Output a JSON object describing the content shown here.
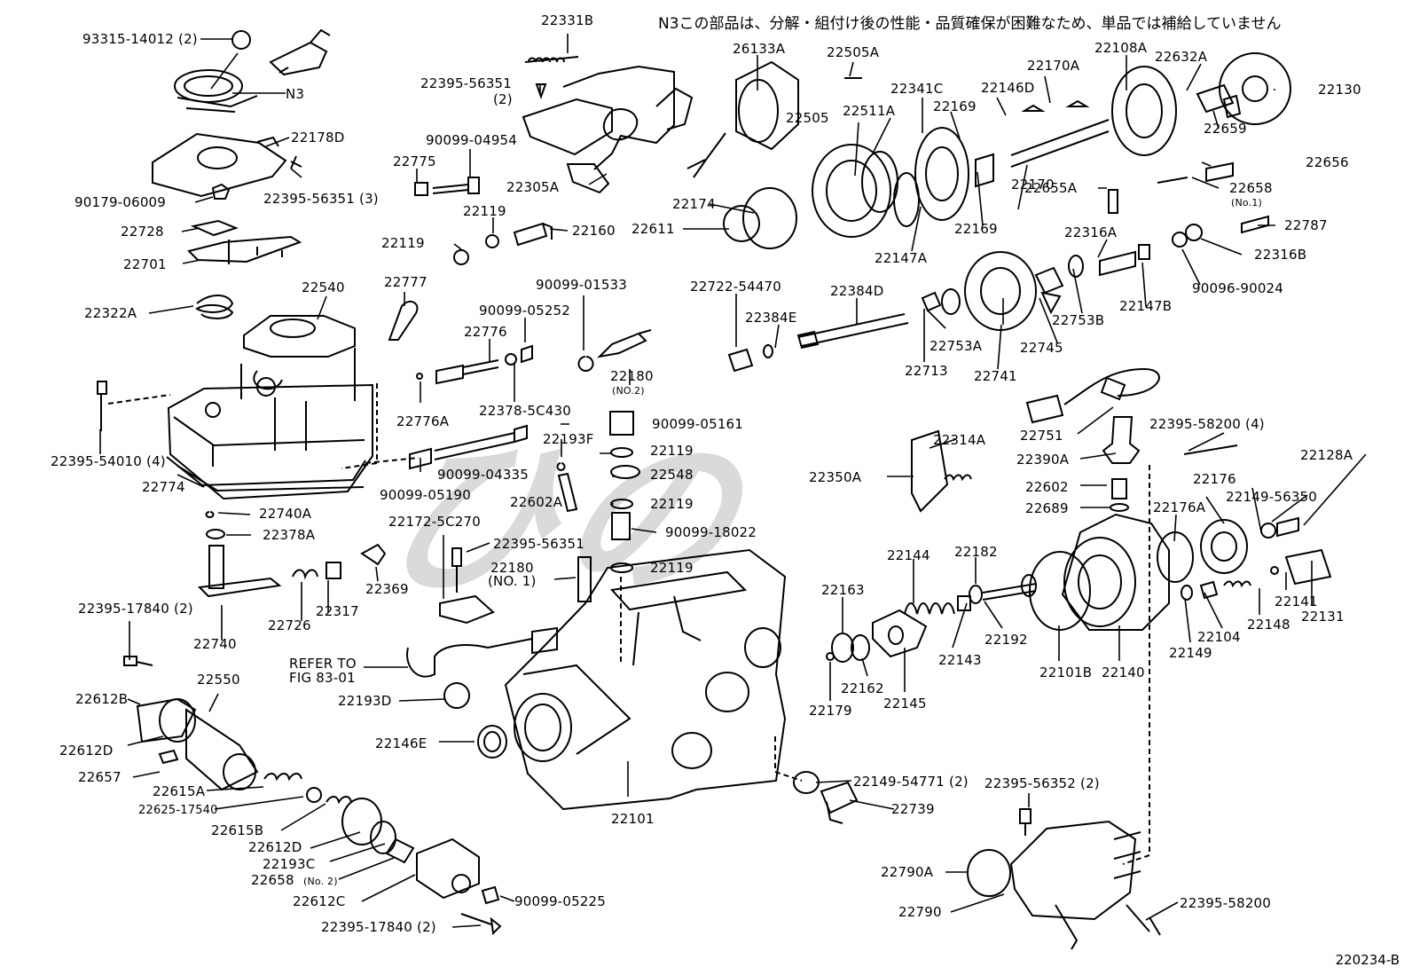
{
  "note": "N3この部品は、分解・組付け後の性能・品質確保が困難なため、単品では補給していません",
  "figure_id": "220234-B",
  "watermark": "ひの",
  "labels": [
    {
      "id": "l01",
      "text": "93315-14012 (2)"
    },
    {
      "id": "l02",
      "text": "N3"
    },
    {
      "id": "l03",
      "text": "22178D"
    },
    {
      "id": "l04",
      "text": "22395-56351 (3)"
    },
    {
      "id": "l05",
      "text": "90179-06009"
    },
    {
      "id": "l06",
      "text": "22728"
    },
    {
      "id": "l07",
      "text": "22701"
    },
    {
      "id": "l08",
      "text": "22540"
    },
    {
      "id": "l09",
      "text": "22322A"
    },
    {
      "id": "l10",
      "text": "22395-54010 (4)"
    },
    {
      "id": "l11",
      "text": "22774"
    },
    {
      "id": "l12",
      "text": "22331B"
    },
    {
      "id": "l13",
      "text": "22395-56351"
    },
    {
      "id": "l14",
      "text": "(2)"
    },
    {
      "id": "l15",
      "text": "90099-04954"
    },
    {
      "id": "l16",
      "text": "22775"
    },
    {
      "id": "l17",
      "text": "22305A"
    },
    {
      "id": "l18",
      "text": "22119"
    },
    {
      "id": "l19",
      "text": "22119"
    },
    {
      "id": "l20",
      "text": "22160"
    },
    {
      "id": "l21",
      "text": "26133A"
    },
    {
      "id": "l22",
      "text": "22777"
    },
    {
      "id": "l23",
      "text": "90099-01533"
    },
    {
      "id": "l24",
      "text": "90099-05252"
    },
    {
      "id": "l25",
      "text": "22776"
    },
    {
      "id": "l26",
      "text": "22180"
    },
    {
      "id": "l27",
      "text": "(NO.2)"
    },
    {
      "id": "l28",
      "text": "22776A"
    },
    {
      "id": "l29",
      "text": "22378-5C430"
    },
    {
      "id": "l30",
      "text": "90099-05161"
    },
    {
      "id": "l31",
      "text": "22193F"
    },
    {
      "id": "l32",
      "text": "22119"
    },
    {
      "id": "l33",
      "text": "90099-04335"
    },
    {
      "id": "l34",
      "text": "22548"
    },
    {
      "id": "l35",
      "text": "90099-05190"
    },
    {
      "id": "l36",
      "text": "22602A"
    },
    {
      "id": "l37",
      "text": "22119"
    },
    {
      "id": "l38",
      "text": "22740A"
    },
    {
      "id": "l39",
      "text": "22378A"
    },
    {
      "id": "l40",
      "text": "22172-5C270"
    },
    {
      "id": "l41",
      "text": "22395-56351"
    },
    {
      "id": "l42",
      "text": "90099-18022"
    },
    {
      "id": "l43",
      "text": "22180"
    },
    {
      "id": "l44",
      "text": "(NO. 1)"
    },
    {
      "id": "l45",
      "text": "22119"
    },
    {
      "id": "l46",
      "text": "22369"
    },
    {
      "id": "l47",
      "text": "22395-17840 (2)"
    },
    {
      "id": "l48",
      "text": "22740"
    },
    {
      "id": "l49",
      "text": "22726"
    },
    {
      "id": "l50",
      "text": "22317"
    },
    {
      "id": "l51",
      "text": "REFER TO"
    },
    {
      "id": "l52",
      "text": "FIG 83-01"
    },
    {
      "id": "l53",
      "text": "22550"
    },
    {
      "id": "l54",
      "text": "22193D"
    },
    {
      "id": "l55",
      "text": "22612B"
    },
    {
      "id": "l56",
      "text": "22612D"
    },
    {
      "id": "l57",
      "text": "22146E"
    },
    {
      "id": "l58",
      "text": "22657"
    },
    {
      "id": "l59",
      "text": "22615A"
    },
    {
      "id": "l60",
      "text": "22625-17540"
    },
    {
      "id": "l61",
      "text": "22615B"
    },
    {
      "id": "l62",
      "text": "22612D"
    },
    {
      "id": "l63",
      "text": "22101"
    },
    {
      "id": "l64",
      "text": "22193C"
    },
    {
      "id": "l65",
      "text": "22658"
    },
    {
      "id": "l66",
      "text": "(No. 2)"
    },
    {
      "id": "l67",
      "text": "22612C"
    },
    {
      "id": "l68",
      "text": "90099-05225"
    },
    {
      "id": "l69",
      "text": "22395-17840 (2)"
    },
    {
      "id": "l70",
      "text": "22505A"
    },
    {
      "id": "l71",
      "text": "22341C"
    },
    {
      "id": "l72",
      "text": "22146D"
    },
    {
      "id": "l73",
      "text": "22170A"
    },
    {
      "id": "l74",
      "text": "22108A"
    },
    {
      "id": "l75",
      "text": "22632A"
    },
    {
      "id": "l76",
      "text": "22130"
    },
    {
      "id": "l77",
      "text": "22505"
    },
    {
      "id": "l78",
      "text": "22511A"
    },
    {
      "id": "l79",
      "text": "22169"
    },
    {
      "id": "l80",
      "text": "22659"
    },
    {
      "id": "l81",
      "text": "22656"
    },
    {
      "id": "l82",
      "text": "22174"
    },
    {
      "id": "l83",
      "text": "22611"
    },
    {
      "id": "l84",
      "text": "22147A"
    },
    {
      "id": "l85",
      "text": "22169"
    },
    {
      "id": "l86",
      "text": "22170"
    },
    {
      "id": "l87",
      "text": "22655A"
    },
    {
      "id": "l88",
      "text": "22658"
    },
    {
      "id": "l89",
      "text": "(No.1)"
    },
    {
      "id": "l90",
      "text": "22787"
    },
    {
      "id": "l91",
      "text": "22316A"
    },
    {
      "id": "l92",
      "text": "22316B"
    },
    {
      "id": "l93",
      "text": "22722-54470"
    },
    {
      "id": "l94",
      "text": "22384D"
    },
    {
      "id": "l95",
      "text": "22384E"
    },
    {
      "id": "l96",
      "text": "22753A"
    },
    {
      "id": "l97",
      "text": "22753B"
    },
    {
      "id": "l98",
      "text": "22147B"
    },
    {
      "id": "l99",
      "text": "90096-90024"
    },
    {
      "id": "m01",
      "text": "22745"
    },
    {
      "id": "m02",
      "text": "22713"
    },
    {
      "id": "m03",
      "text": "22741"
    },
    {
      "id": "m04",
      "text": "22751"
    },
    {
      "id": "m05",
      "text": "22395-58200 (4)"
    },
    {
      "id": "m06",
      "text": "22314A"
    },
    {
      "id": "m07",
      "text": "22390A"
    },
    {
      "id": "m08",
      "text": "22128A"
    },
    {
      "id": "m09",
      "text": "22350A"
    },
    {
      "id": "m10",
      "text": "22176"
    },
    {
      "id": "m11",
      "text": "22602"
    },
    {
      "id": "m12",
      "text": "22149-56350"
    },
    {
      "id": "m13",
      "text": "22689"
    },
    {
      "id": "m14",
      "text": "22176A"
    },
    {
      "id": "m15",
      "text": "22144"
    },
    {
      "id": "m16",
      "text": "22182"
    },
    {
      "id": "m17",
      "text": "22163"
    },
    {
      "id": "m18",
      "text": "22141"
    },
    {
      "id": "m19",
      "text": "22131"
    },
    {
      "id": "m20",
      "text": "22148"
    },
    {
      "id": "m21",
      "text": "22192"
    },
    {
      "id": "m22",
      "text": "22104"
    },
    {
      "id": "m23",
      "text": "22143"
    },
    {
      "id": "m24",
      "text": "22149"
    },
    {
      "id": "m25",
      "text": "22162"
    },
    {
      "id": "m26",
      "text": "22101B"
    },
    {
      "id": "m27",
      "text": "22140"
    },
    {
      "id": "m28",
      "text": "22179"
    },
    {
      "id": "m29",
      "text": "22145"
    },
    {
      "id": "m30",
      "text": "22149-54771 (2)"
    },
    {
      "id": "m31",
      "text": "22739"
    },
    {
      "id": "m32",
      "text": "22395-56352 (2)"
    },
    {
      "id": "m33",
      "text": "22790A"
    },
    {
      "id": "m34",
      "text": "22790"
    },
    {
      "id": "m35",
      "text": "22395-58200"
    }
  ]
}
